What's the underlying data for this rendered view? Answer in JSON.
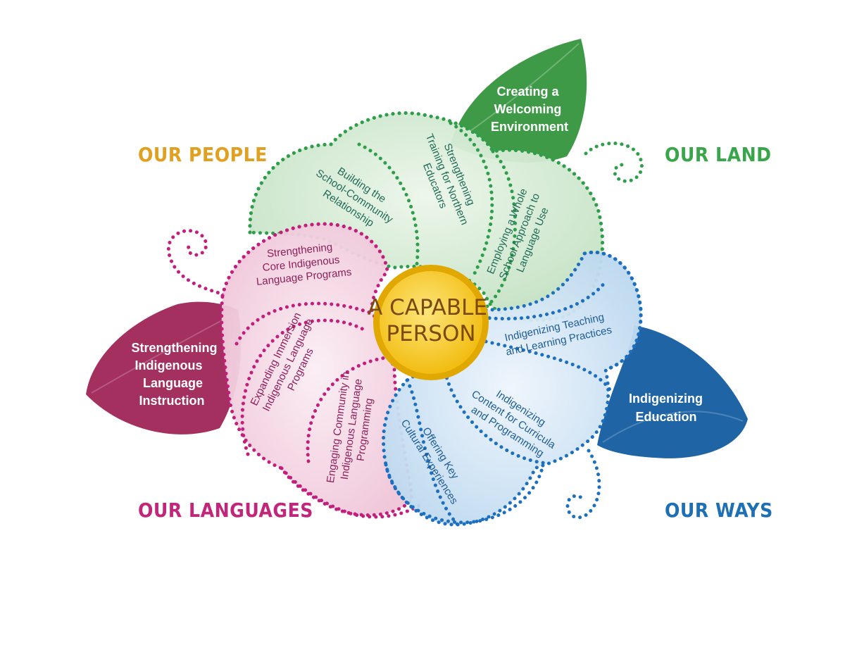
{
  "center": {
    "line1": "A CAPABLE",
    "line2": "PERSON"
  },
  "quadrants": {
    "people": {
      "label": "OUR PEOPLE",
      "color": "#e0a020"
    },
    "land": {
      "label": "OUR LAND",
      "color": "#3aa64c"
    },
    "languages": {
      "label": "OUR LANGUAGES",
      "color": "#c2267a"
    },
    "ways": {
      "label": "OUR WAYS",
      "color": "#1f6fb5"
    }
  },
  "leaves": {
    "green": {
      "lines": [
        "Creating a",
        "Welcoming",
        "Environment"
      ],
      "color": "#3f9a48"
    },
    "pink": {
      "lines": [
        "Strengthening",
        "Indigenous",
        "Language",
        "Instruction"
      ],
      "color": "#a3305f"
    },
    "blue": {
      "lines": [
        "Indigenizing",
        "Education"
      ],
      "color": "#1f65a6"
    }
  },
  "petals": {
    "green": {
      "color": "#2f9e4a",
      "text": "#1f6b57",
      "fill": "#cfe8cf",
      "items": [
        {
          "lines": [
            "Building the",
            "School-Community",
            "Relationship"
          ]
        },
        {
          "lines": [
            "Strengthening",
            "Training for Northern",
            "Educators"
          ]
        },
        {
          "lines": [
            "Employing a Whole",
            "School Approach to",
            "Language Use"
          ]
        }
      ]
    },
    "pink": {
      "color": "#c41e7d",
      "text": "#8e1f5a",
      "fill": "#f4d3e2",
      "items": [
        {
          "lines": [
            "Strengthening",
            "Core Indigenous",
            "Language Programs"
          ]
        },
        {
          "lines": [
            "Expanding Immersion",
            "Indigenous Language",
            "Programs"
          ]
        },
        {
          "lines": [
            "Engaging Community in",
            "Indigenous Language",
            "Programming"
          ]
        }
      ]
    },
    "blue": {
      "color": "#1d6fbf",
      "text": "#1d5c96",
      "fill": "#cfe2f3",
      "items": [
        {
          "lines": [
            "Indigenizing Teaching",
            "and Learning Practices"
          ]
        },
        {
          "lines": [
            "Indigenizing",
            "Content for Curricula",
            "and Programming"
          ]
        },
        {
          "lines": [
            "Offering Key",
            "Cultural Experiences"
          ]
        }
      ]
    }
  },
  "center_colors": {
    "fill": "#f5c518",
    "ring": "#e0a800"
  }
}
